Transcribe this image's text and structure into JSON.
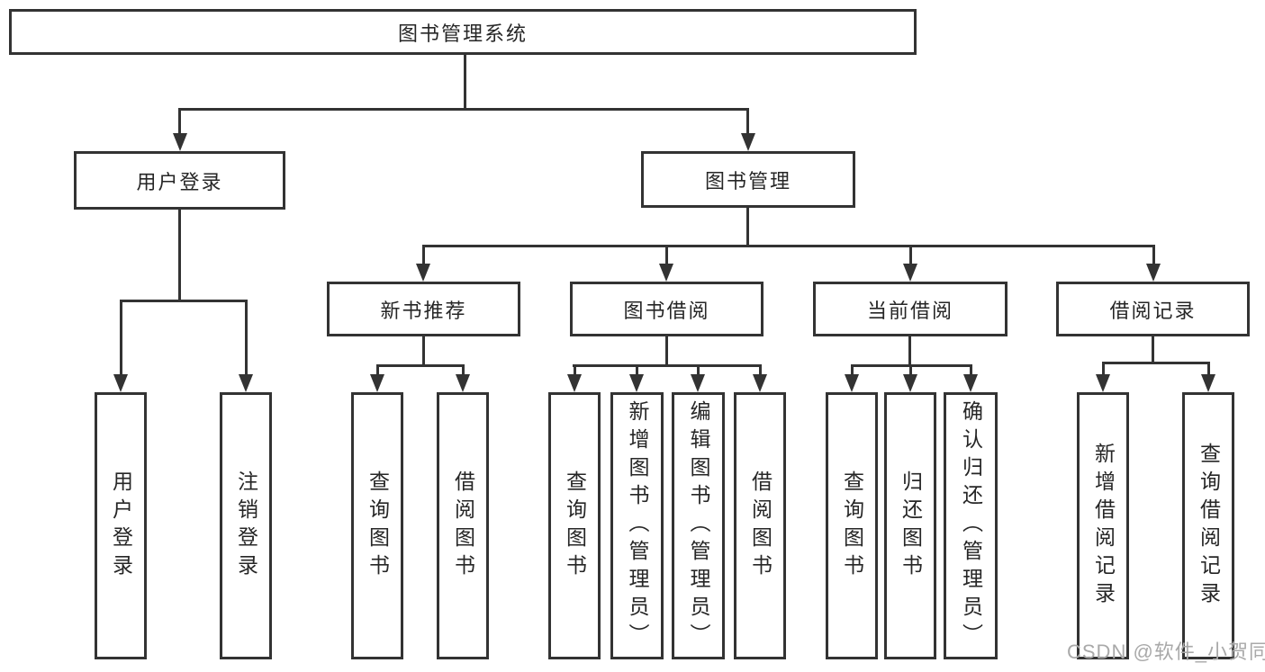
{
  "diagram": {
    "root": {
      "label": "图书管理系统"
    },
    "level2": [
      {
        "label": "用户登录"
      },
      {
        "label": "图书管理"
      }
    ],
    "level3": [
      {
        "label": "新书推荐"
      },
      {
        "label": "图书借阅"
      },
      {
        "label": "当前借阅"
      },
      {
        "label": "借阅记录"
      }
    ],
    "level4": {
      "user_login": [
        "用户登录",
        "注销登录"
      ],
      "new_book": [
        "查询图书",
        "借阅图书"
      ],
      "book_borrow": [
        "查询图书",
        "新增图书（管理员）",
        "编辑图书（管理员）",
        "借阅图书"
      ],
      "current_borrow": [
        "查询图书",
        "归还图书",
        "确认归还（管理员）"
      ],
      "borrow_record": [
        "新增借阅记录",
        "查询借阅记录"
      ]
    }
  },
  "watermark": {
    "text": "CSDN @软件_小贺同学"
  },
  "colors": {
    "line": "#333333",
    "text": "#262626",
    "box_background": "#ffffff",
    "page_background": "#ffffff",
    "watermark": "#a9a9a9"
  }
}
